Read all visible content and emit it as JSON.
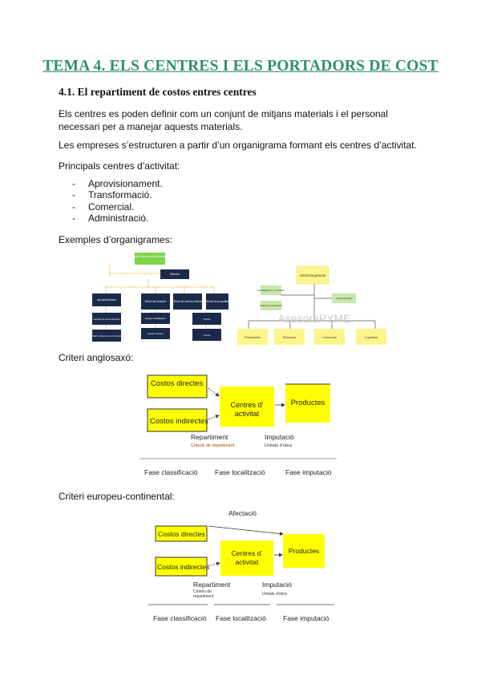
{
  "title": "TEMA 4. ELS CENTRES I ELS PORTADORS DE COST",
  "section": "4.1. El repartiment de costos entres centres",
  "paragraphs": [
    "Els centres es poden definir com un conjunt de mitjans materials i el personal necessari per a manejar aquests materials.",
    "Les empreses s’estructuren a partir d’un organigrama formant els centres d’activitat.",
    "Principals centres d’activitat:"
  ],
  "list_items": [
    "Aprovisionament.",
    "Transformació.",
    "Comercial.",
    "Administració."
  ],
  "examples_label": "Exemples d’organigrames:",
  "org1": {
    "top": "Junta General d'Accionistes",
    "director": "Director",
    "aprov": "Aprovisionament",
    "serv_form": "Servei de formació",
    "serv_com": "Servei de comerç exterior",
    "serv_qual": "Servei de la qualitat",
    "l1": "Auxiliar de Administració",
    "l2": "CEO i Direcció de Comerç",
    "m1": "Equips treballadors",
    "m2": "Equips tècnics",
    "r1": "Tècnic",
    "r2": "Tècnic"
  },
  "org2": {
    "top": "Gerencia general",
    "g1": "Investigación y mercados",
    "g2": "Relaciones laborales",
    "g3": "Asesoría legal",
    "d1": "Producción",
    "d2": "Finanzas",
    "d3": "Comercial",
    "d4": "Logística",
    "watermark": "AsesoraPYME"
  },
  "anglo_label": "Criteri anglosaxó:",
  "anglo": {
    "directes": "Costos directes",
    "indirectes": "Costos indirectes",
    "centres1": "Centres d’",
    "centres2": "activitat",
    "productes": "Productes",
    "repartiment": "Repartiment",
    "criteris": "Criteris de repartiment",
    "imputacio": "Imputació",
    "unitats": "Unitats d’obra",
    "fase1": "Fase classificació",
    "fase2": "Fase localització",
    "fase3": "Fase imputació"
  },
  "euro_label": "Criteri europeu-continental:",
  "euro": {
    "afectacio": "Afectació",
    "directes": "Costos directes",
    "indirectes": "Costos indirectes",
    "centres1": "Centres d’",
    "centres2": "activitat",
    "productes": "Productes",
    "repartiment": "Repartiment",
    "criteris1": "Criteris de",
    "criteris2": "repartiment",
    "imputacio": "Imputació",
    "unitats": "Unitats d'obra",
    "fase1": "Fase classificació",
    "fase2": "Fase localització",
    "fase3": "Fase imputació"
  },
  "colors": {
    "title": "#2f8f6a",
    "yellow": "#ffff00",
    "navy": "#1b2a4a",
    "org2_box": "#fbf58a",
    "org2_green": "#c6e8a8"
  }
}
